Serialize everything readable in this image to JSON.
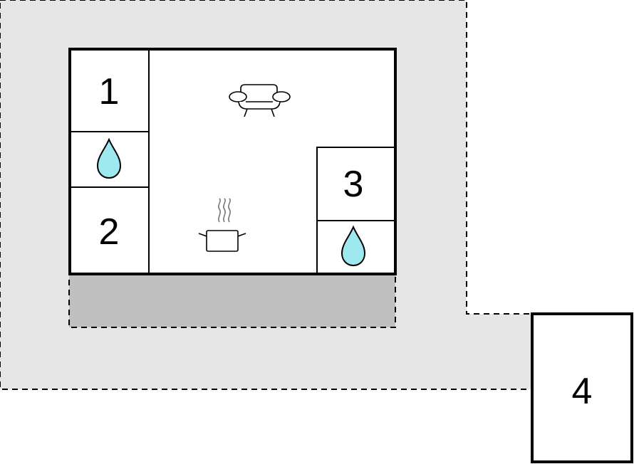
{
  "floor_plan": {
    "colors": {
      "plot": "#e6e6e6",
      "terrace": "#c0c0c0",
      "walls": "#000000",
      "room_fill": "#ffffff",
      "water": "#9ee8ef"
    },
    "rooms": [
      {
        "id": "room-1",
        "label": "1",
        "kind": "bedroom"
      },
      {
        "id": "room-2",
        "label": "2",
        "kind": "bedroom"
      },
      {
        "id": "room-3",
        "label": "3",
        "kind": "bedroom"
      },
      {
        "id": "room-4",
        "label": "4",
        "kind": "outbuilding"
      }
    ],
    "icons": {
      "living": "sofa-icon",
      "kitchen": "cooking-pot-icon",
      "bathroom": "water-drop-icon"
    }
  }
}
